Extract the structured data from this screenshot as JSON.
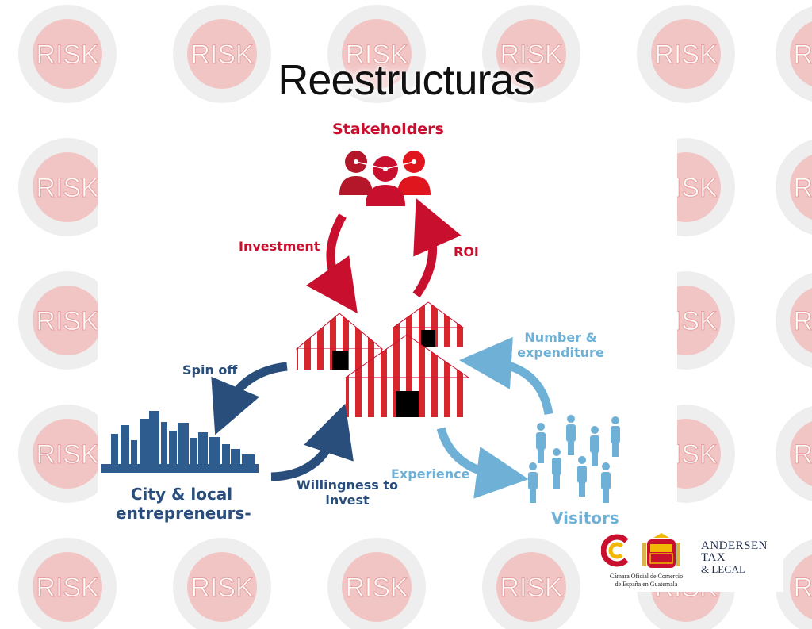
{
  "background": {
    "watermark_text": "RISK",
    "watermark_color": "#e57373"
  },
  "slide": {
    "title": "Reestructuras"
  },
  "diagram": {
    "stakeholders": "Stakeholders",
    "investment": "Investment",
    "roi": "ROI",
    "spin_off": "Spin off",
    "number_expenditure_1": "Number &",
    "number_expenditure_2": "expenditure",
    "city_1": "City & local",
    "city_2": "entrepreneurs-",
    "willingness_1": "Willingness to",
    "willingness_2": "invest",
    "experience": "Experience",
    "visitors": "Visitors"
  },
  "colors": {
    "red": "#c8102e",
    "navy": "#2a4e7c",
    "light_blue": "#6fb1d6"
  },
  "logos": {
    "camara_line1": "Cámara Oficial de Comercio",
    "camara_line2": "de España en Guatemala",
    "andersen_line1": "ANDERSEN TAX",
    "andersen_line2": "& LEGAL"
  }
}
